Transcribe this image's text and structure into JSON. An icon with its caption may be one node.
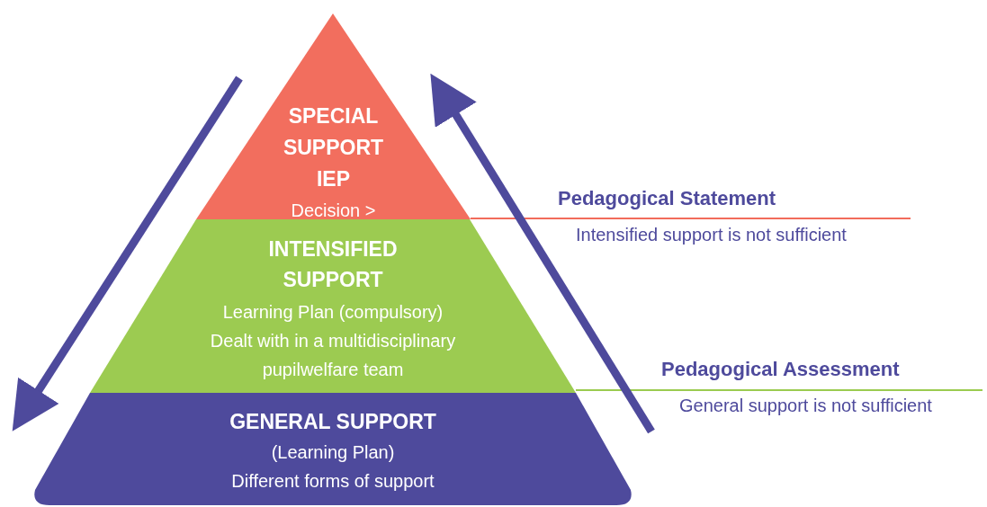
{
  "diagram": {
    "nodes": [
      {
        "text": [
          "SPECIAL SUPPORT IEP",
          "Decision >"
        ]
      },
      {
        "text": [
          "INTENSIFIED SUPPORT",
          "Learning Plan (compulsory)",
          "Dealt with in a multidisciplinary pupilwelfare team"
        ]
      },
      {
        "text": [
          "GENERAL SUPPORT",
          "(Learning Plan)",
          "Different forms of support"
        ]
      }
    ],
    "labels": [
      "Pedagogical Statement",
      "Intensified support is not sufficient",
      "Pedagogical Assessment",
      "General support is not sufficient"
    ]
  }
}
